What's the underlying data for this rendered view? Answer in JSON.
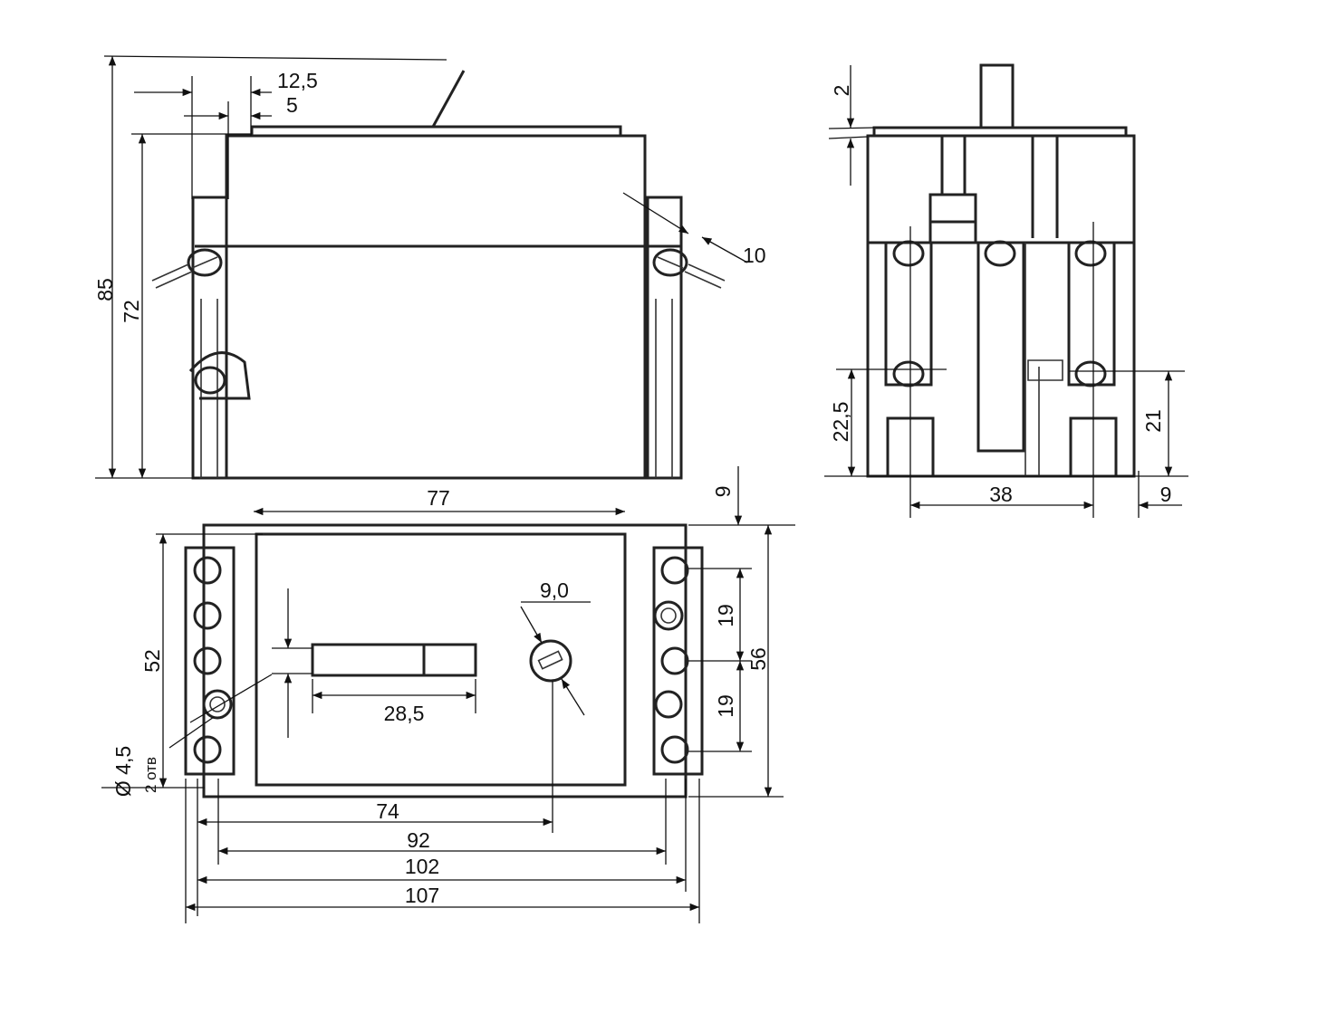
{
  "drawing": {
    "front_view": {
      "dims": {
        "overall_height": "85",
        "body_height": "72",
        "offset_a": "12,5",
        "offset_b": "5",
        "terminal": "10"
      }
    },
    "side_view": {
      "dims": {
        "plate": "2",
        "lower_terminal": "22,5",
        "right_terminal": "21",
        "terminal_spacing": "38",
        "edge": "9"
      }
    },
    "top_view": {
      "dims": {
        "inner_width": "77",
        "top_edge": "9",
        "knob": "9,0",
        "mount_spacing": "52",
        "overall_depth": "56",
        "pitch_upper": "19",
        "pitch_lower": "19",
        "slot": "28,5",
        "hole_diameter": "Ø 4,5",
        "hole_count": "2 отв",
        "knob_pos": "74",
        "w92": "92",
        "w102": "102",
        "w107": "107"
      }
    }
  },
  "colors": {
    "line": "#222222",
    "background": "#ffffff"
  }
}
